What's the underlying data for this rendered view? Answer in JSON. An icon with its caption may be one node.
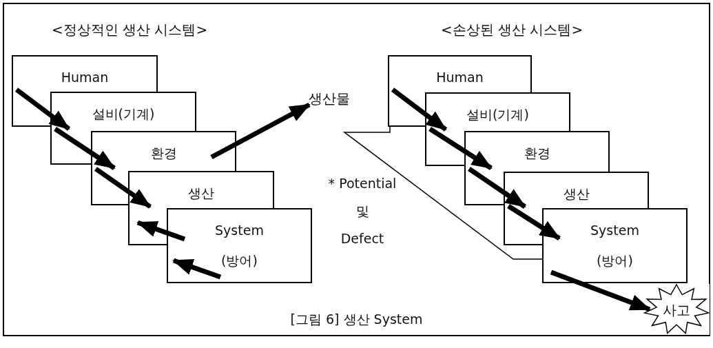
{
  "diagram": {
    "caption": "[그림 6] 생산 System",
    "nodes": [
      {
        "text": [
          "Human"
        ]
      },
      {
        "text": [
          "설비(기계)"
        ]
      },
      {
        "text": [
          "환경"
        ]
      },
      {
        "text": [
          "생산"
        ]
      },
      {
        "text": [
          "System (방어)"
        ]
      },
      {
        "text": [
          "생산물"
        ]
      },
      {
        "text": [
          "Human"
        ]
      },
      {
        "text": [
          "설비(기계)"
        ]
      },
      {
        "text": [
          "환경"
        ]
      },
      {
        "text": [
          "생산"
        ]
      },
      {
        "text": [
          "System (방어)"
        ]
      },
      {
        "text": [
          "사고"
        ]
      }
    ],
    "edges": [
      {
        "from": 0,
        "to": 1,
        "arrow": "to"
      },
      {
        "from": 1,
        "to": 2,
        "arrow": "to"
      },
      {
        "from": 2,
        "to": 3,
        "arrow": "to"
      },
      {
        "from": 4,
        "to": 3,
        "arrow": "to"
      },
      {
        "from": null,
        "to": 4,
        "arrow": "to"
      },
      {
        "from": 2,
        "to": 5,
        "arrow": "to"
      },
      {
        "from": 6,
        "to": 7,
        "arrow": "to"
      },
      {
        "from": 7,
        "to": 8,
        "arrow": "to"
      },
      {
        "from": 8,
        "to": 9,
        "arrow": "to"
      },
      {
        "from": 9,
        "to": 10,
        "arrow": "to"
      },
      {
        "from": 10,
        "to": 11,
        "arrow": "to"
      },
      {
        "from": 6,
        "to": 10,
        "arrow": "none"
      }
    ],
    "labels": [
      "<정상적인 생산 시스템>",
      "<손상된 생산 시스템>",
      "* Potential 및 Defect"
    ]
  }
}
